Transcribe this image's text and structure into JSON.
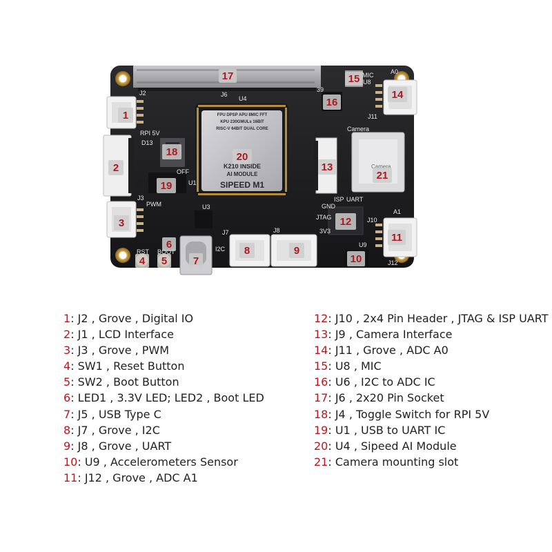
{
  "silkscreen": {
    "j2": "J2",
    "j3": "J3",
    "j6": "J6",
    "j7": "J7",
    "j8": "J8",
    "j11": "J11",
    "j12": "J12",
    "u1": "U1",
    "u3": "U3",
    "u4": "U4",
    "u8": "U8",
    "u9": "U9",
    "d13": "D13",
    "rpi5v": "RPI 5V",
    "off": "OFF",
    "pwm": "PWM",
    "rst": "RST",
    "boot": "BOOT",
    "camera": "Camera",
    "mic": "MIC",
    "a0": "A0",
    "a1": "A1",
    "isp": "ISP",
    "uart": "UART",
    "jtag": "JTAG",
    "gnd": "GND",
    "v3": "3V3",
    "i2c": "I2C",
    "pin39": "39",
    "j10": "J10",
    "camera_slot": "Camera",
    "module_lines": [
      "SIPEED M1",
      "K210 INSIDE",
      "AI MODULE",
      "RISC-V 64BIT DUAL CORE",
      "KPU 230GMULs 16BIT",
      "FPU DPSP APU 8MIC FFT"
    ]
  },
  "callouts": [
    "17",
    "14",
    "15",
    "1",
    "16",
    "2",
    "20",
    "18",
    "13",
    "21",
    "19",
    "3",
    "12",
    "6",
    "8",
    "9",
    "11",
    "7",
    "4",
    "5",
    "10"
  ],
  "legend": {
    "left": [
      {
        "num": "1",
        "text": ": J2 , Grove , Digital IO"
      },
      {
        "num": "2",
        "text": ": J1 , LCD Interface"
      },
      {
        "num": "3",
        "text": ": J3 , Grove , PWM"
      },
      {
        "num": "4",
        "text": ": SW1 , Reset Button"
      },
      {
        "num": "5",
        "text": ": SW2 , Boot Button"
      },
      {
        "num": "6",
        "text": ": LED1 , 3.3V LED; LED2 , Boot LED"
      },
      {
        "num": "7",
        "text": ": J5 , USB Type C"
      },
      {
        "num": "8",
        "text": ": J7 , Grove , I2C"
      },
      {
        "num": "9",
        "text": ": J8 , Grove , UART"
      },
      {
        "num": "10",
        "text": ": U9 , Accelerometers Sensor"
      },
      {
        "num": "11",
        "text": ": J12 , Grove , ADC A1"
      }
    ],
    "right": [
      {
        "num": "12",
        "text": ": J10 , 2x4 Pin Header , JTAG & ISP UART"
      },
      {
        "num": "13",
        "text": ": J9 , Camera Interface"
      },
      {
        "num": "14",
        "text": ": J11 , Grove , ADC A0"
      },
      {
        "num": "15",
        "text": ": U8 , MIC"
      },
      {
        "num": "16",
        "text": ": U6 , I2C to ADC IC"
      },
      {
        "num": "17",
        "text": ": J6 , 2x20 Pin Socket"
      },
      {
        "num": "18",
        "text": ": J4 , Toggle Switch for RPI 5V"
      },
      {
        "num": "19",
        "text": ": U1 , USB to UART IC"
      },
      {
        "num": "20",
        "text": ": U4 , Sipeed AI Module"
      },
      {
        "num": "21",
        "text": ": Camera mounting slot"
      }
    ]
  }
}
